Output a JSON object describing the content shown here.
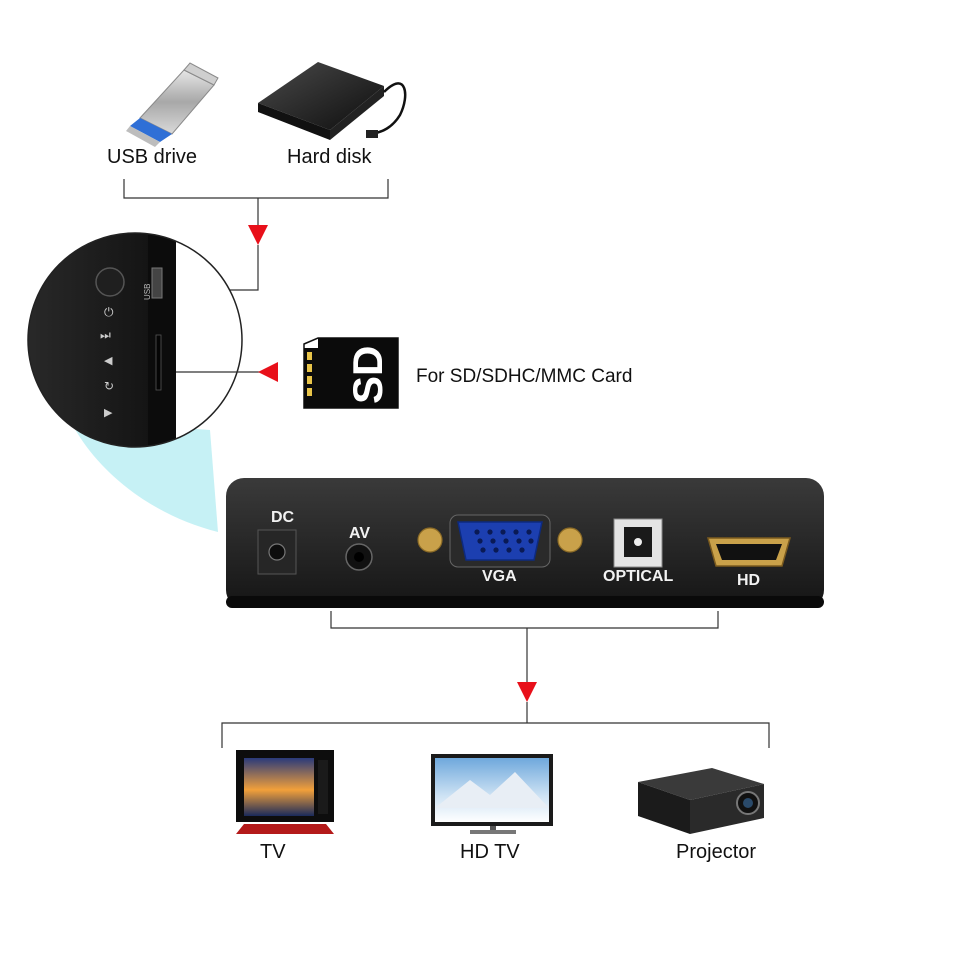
{
  "sources": {
    "usb_label": "USB drive",
    "hdd_label": "Hard disk",
    "sd_label": "For SD/SDHC/MMC Card",
    "sd_card_text": "SD"
  },
  "side_panel": {
    "usb_port_label": "USB"
  },
  "device": {
    "ports": {
      "dc": "DC",
      "av": "AV",
      "vga": "VGA",
      "optical": "OPTICAL",
      "hd": "HD"
    }
  },
  "outputs": {
    "tv_label": "TV",
    "hdtv_label": "HD TV",
    "projector_label": "Projector"
  },
  "colors": {
    "arrow": "#e8101a",
    "device_body": "#1a1a1a",
    "vga_blue": "#1c3fb0",
    "connector_line": "#333333",
    "highlight_cyan": "#c6f1f5"
  }
}
